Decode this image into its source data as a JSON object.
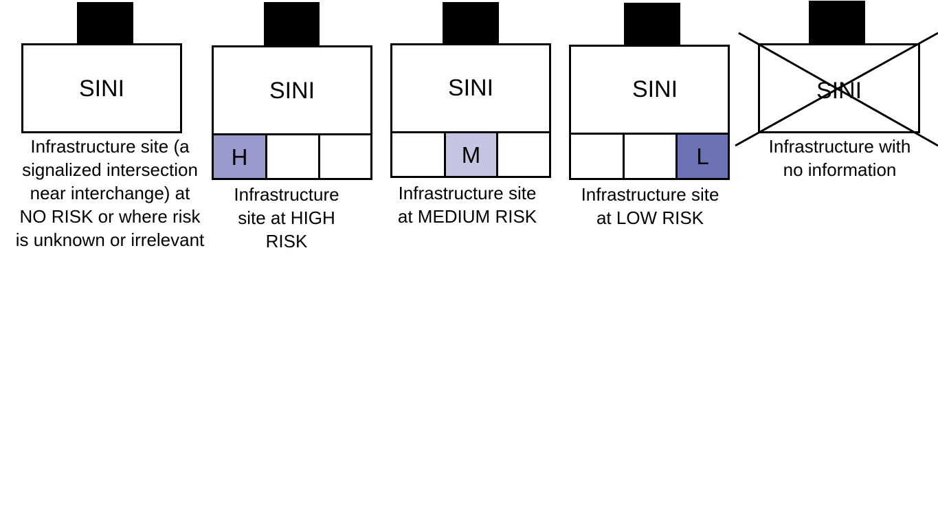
{
  "symbols": [
    {
      "id": "no-risk",
      "site_label": "SINI",
      "caption_lines": [
        "Infrastructure site (a",
        "signalized intersection",
        "near interchange) at",
        "NO RISK or where risk",
        "is unknown or irrelevant"
      ]
    },
    {
      "id": "high-risk",
      "site_label": "SINI",
      "cells": [
        "H",
        "",
        ""
      ],
      "highlight_color": "#9999cc",
      "caption_lines": [
        "Infrastructure",
        "site at HIGH",
        "RISK"
      ]
    },
    {
      "id": "medium-risk",
      "site_label": "SINI",
      "cells": [
        "",
        "M",
        ""
      ],
      "highlight_color": "#c5c5e3",
      "caption_lines": [
        "Infrastructure site",
        "at MEDIUM RISK"
      ]
    },
    {
      "id": "low-risk",
      "site_label": "SINI",
      "cells": [
        "",
        "",
        "L"
      ],
      "highlight_color": "#6b72b5",
      "caption_lines": [
        "Infrastructure site",
        "at LOW RISK"
      ]
    },
    {
      "id": "no-information",
      "site_label": "SINI",
      "crossed_out": true,
      "caption_lines": [
        "Infrastructure with",
        "no information"
      ]
    }
  ]
}
